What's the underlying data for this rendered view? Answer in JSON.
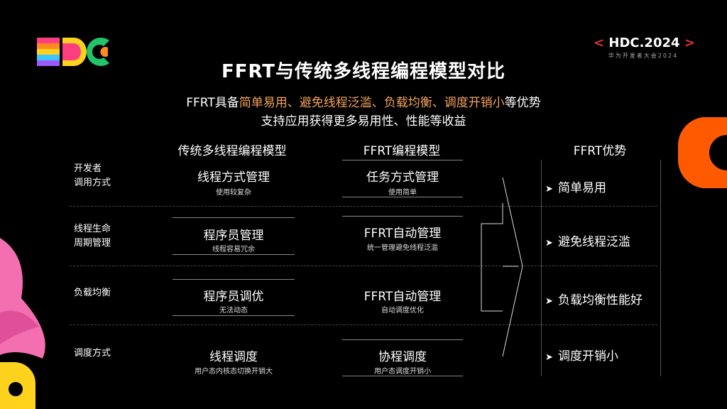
{
  "brand": {
    "hdc_badge": "HDC.2024",
    "hdc_sub": "华为开发者大会2024"
  },
  "title": "FFRT与传统多线程编程模型对比",
  "subtitle": {
    "prefix": "FFRT具备",
    "highlight": "简单易用、避免线程泛滥、负载均衡、调度开销小",
    "suffix": "等优势",
    "line2": "支持应用获得更多易用性、性能等收益"
  },
  "columns": {
    "traditional": "传统多线程编程模型",
    "ffrt": "FFRT编程模型",
    "advantages": "FFRT优势"
  },
  "rows": [
    {
      "label": "开发者\n调用方式",
      "traditional_main": "线程方式管理",
      "traditional_sub": "使用较复杂",
      "ffrt_main": "任务方式管理",
      "ffrt_sub": "使用简单"
    },
    {
      "label": "线程生命\n周期管理",
      "traditional_main": "程序员管理",
      "traditional_sub": "线程容易冗余",
      "ffrt_main": "FFRT自动管理",
      "ffrt_sub": "统一管理避免线程泛滥"
    },
    {
      "label": "负载均衡",
      "traditional_main": "程序员调优",
      "traditional_sub": "无法动态",
      "ffrt_main": "FFRT自动管理",
      "ffrt_sub": "自动调度优化"
    },
    {
      "label": "调度方式",
      "traditional_main": "线程调度",
      "traditional_sub": "用户态内核态切换开销大",
      "ffrt_main": "协程调度",
      "ffrt_sub": "用户态调度开销小"
    }
  ],
  "advantages": [
    "简单易用",
    "避免线程泛滥",
    "负载均衡性能好",
    "调度开销小"
  ],
  "colors": {
    "highlight": "#f5a35a",
    "badge_red": "#e5322d",
    "deco_orange": "#ff5a00",
    "deco_pink": "#f36fb0",
    "deco_yellow": "#ffd21e"
  }
}
